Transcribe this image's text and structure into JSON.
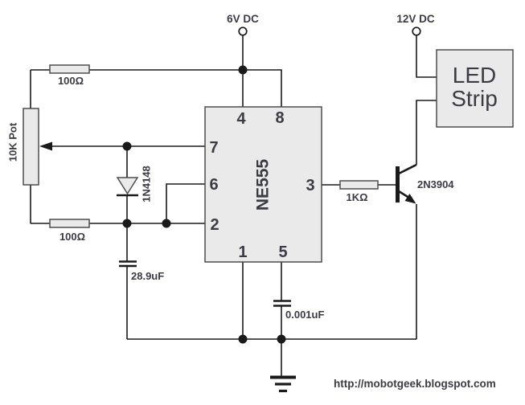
{
  "power": {
    "supply_6v_label": "6V DC",
    "supply_12v_label": "12V DC"
  },
  "ic555": {
    "name": "NE555",
    "pins": {
      "p1": "1",
      "p2": "2",
      "p3": "3",
      "p4": "4",
      "p5": "5",
      "p6": "6",
      "p7": "7",
      "p8": "8"
    }
  },
  "components": {
    "r_top_label": "100Ω",
    "r_bottom_label": "100Ω",
    "r_base_label": "1KΩ",
    "pot_label": "10K Pot",
    "diode_label": "1N4148",
    "cap_timing_label": "28.9uF",
    "cap_control_label": "0.001uF",
    "transistor_label": "2N3904",
    "led_strip_line1": "LED",
    "led_strip_line2": "Strip"
  },
  "footer": {
    "url": "http://mobotgeek.blogspot.com"
  },
  "colors": {
    "wire": "#1a1a1a",
    "fill": "#eaeaea",
    "border": "#4d4d4d",
    "text": "#3b3b44"
  }
}
